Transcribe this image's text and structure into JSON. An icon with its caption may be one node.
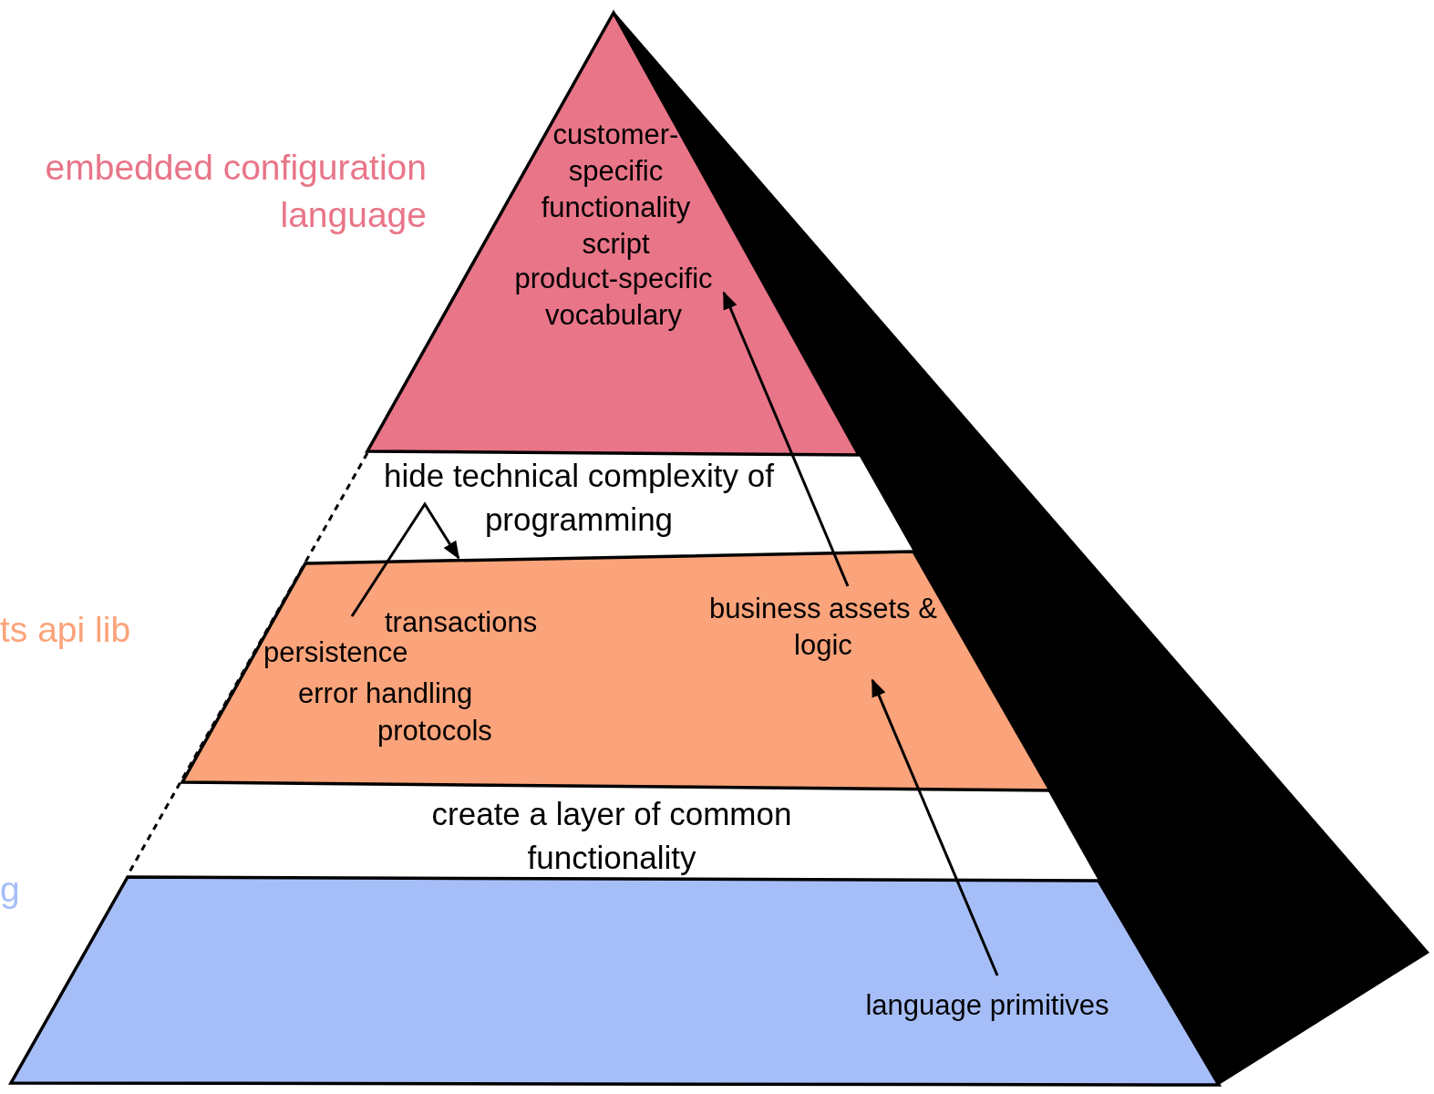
{
  "diagram": {
    "nodes": [
      {
        "text": [
          "customer-specific functionality script"
        ]
      },
      {
        "text": [
          "product-specific vocabulary"
        ],
        "in": 0
      },
      {
        "text": [
          "transactions",
          "error handling",
          "protocols"
        ]
      },
      {
        "text": [
          "persistence"
        ],
        "in": 2
      },
      {
        "text": [
          "business assets & logic"
        ],
        "in": 2
      },
      {
        "text": [],
        "shape": "trapezoid"
      },
      {
        "text": [
          "language primitives"
        ],
        "in": 5
      }
    ],
    "edges": [
      {
        "from": 6,
        "to": 4,
        "arrow": "to"
      },
      {
        "from": 4,
        "to": 1,
        "arrow": "to"
      },
      {
        "from": 3,
        "to": 2,
        "arrow": "to"
      }
    ],
    "labels": [
      "embedded configuration language",
      "ts api lib",
      "g",
      "hide technical complexity of programming",
      "create a layer of common functionality"
    ]
  }
}
